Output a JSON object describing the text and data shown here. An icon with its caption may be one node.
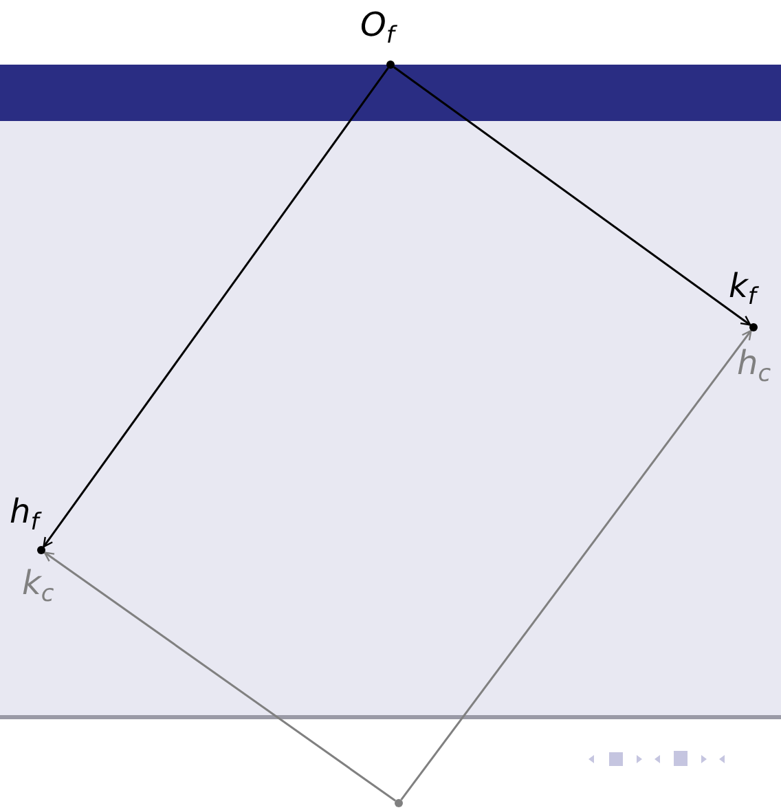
{
  "diagram": {
    "nodes": [
      {
        "text": [],
        "shape": "point",
        "beside": [
          "O$_{f}$"
        ]
      },
      {
        "text": [],
        "shape": "point",
        "beside": [
          "k$_{f}$",
          "h$_{c}$"
        ]
      },
      {
        "text": [],
        "shape": "point",
        "beside": [
          "h$_{f}$",
          "k$_{c}$"
        ]
      },
      {
        "text": [],
        "shape": "point"
      }
    ],
    "edges": [
      {
        "from": 0,
        "to": 1,
        "arrow": "to"
      },
      {
        "from": 0,
        "to": 2,
        "arrow": "to"
      },
      {
        "from": 3,
        "to": 1,
        "arrow": "to",
        "color": "#808080"
      },
      {
        "from": 3,
        "to": 2,
        "arrow": "to",
        "color": "#808080"
      }
    ]
  }
}
